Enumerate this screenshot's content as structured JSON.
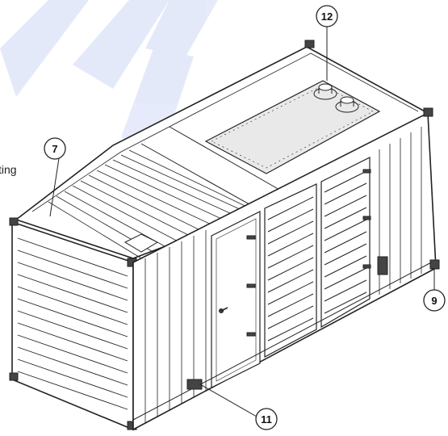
{
  "callouts": [
    {
      "id": "callout-7",
      "label": "7"
    },
    {
      "id": "callout-9",
      "label": "9"
    },
    {
      "id": "callout-11",
      "label": "11"
    },
    {
      "id": "callout-12",
      "label": "12"
    }
  ],
  "side_text": "ting",
  "watermark": {
    "color": "#3b5bdb"
  }
}
